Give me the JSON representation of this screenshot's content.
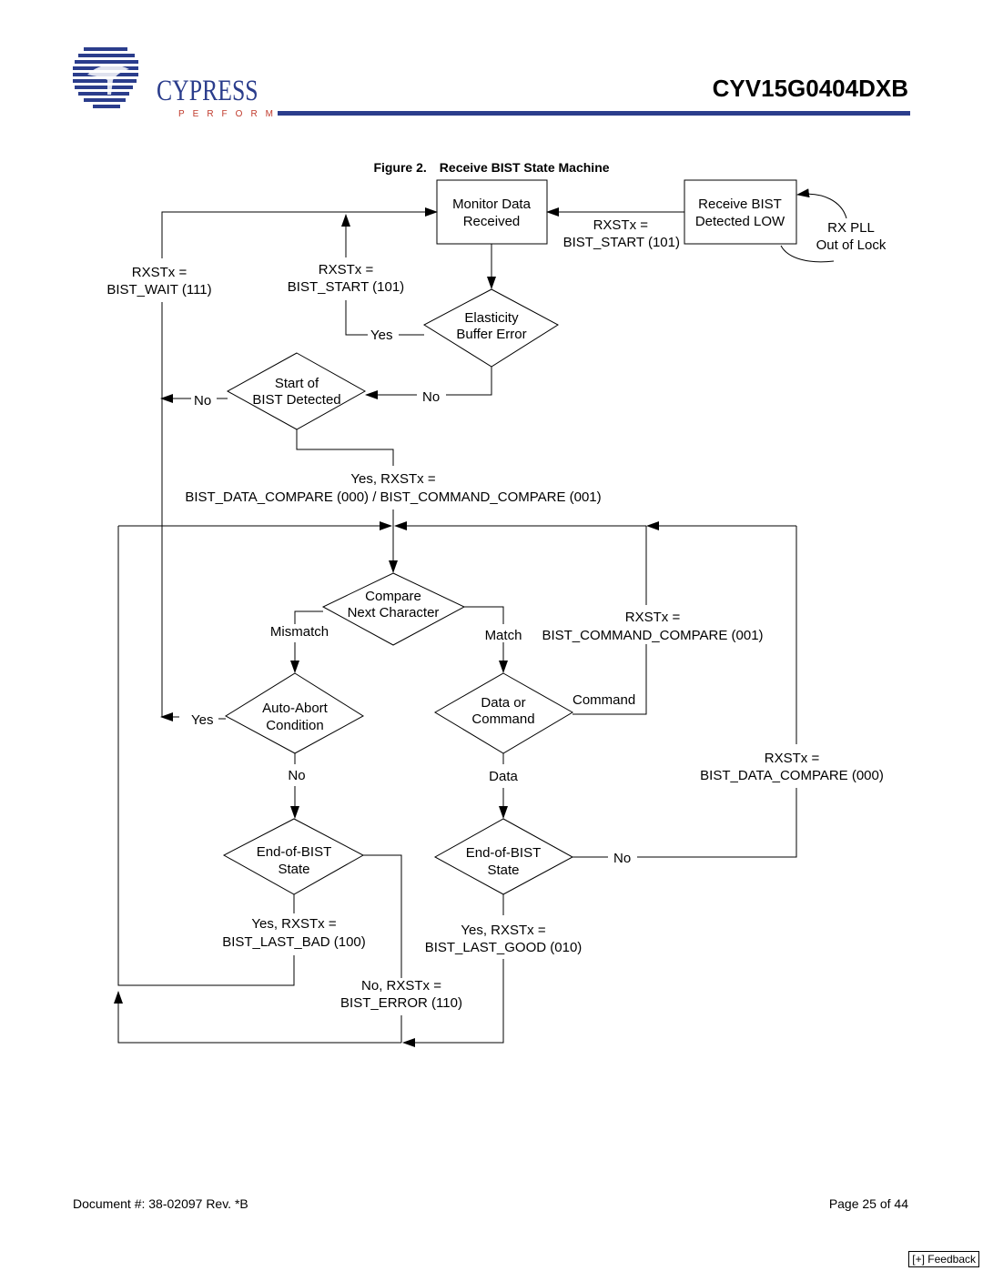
{
  "header": {
    "brand": "CYPRESS",
    "tagline": "PERFORM",
    "doc_title": "CYV15G0404DXB"
  },
  "figure": {
    "number": "Figure 2.",
    "title": "Receive BIST State Machine"
  },
  "diagram": {
    "monitor_box": [
      "Monitor Data",
      "Received"
    ],
    "receive_bist_box": [
      "Receive BIST",
      "Detected LOW"
    ],
    "rx_pll": [
      "RX PLL",
      "Out of Lock"
    ],
    "top_right_rxstx": [
      "RXSTx =",
      "BIST_START (101)"
    ],
    "left_rxstx": [
      "RXSTx =",
      "BIST_WAIT (111)"
    ],
    "mid_rxstx": [
      "RXSTx =",
      "BIST_START (101)"
    ],
    "elasticity": [
      "Elasticity",
      "Buffer Error"
    ],
    "elasticity_yes": "Yes",
    "elasticity_no": "No",
    "start_of_bist": [
      "Start of",
      "BIST Detected"
    ],
    "start_no": "No",
    "start_yes": [
      "Yes, RXSTx =",
      "BIST_DATA_COMPARE (000) / BIST_COMMAND_COMPARE (001)"
    ],
    "compare": [
      "Compare",
      "Next Character"
    ],
    "mismatch": "Mismatch",
    "match": "Match",
    "right_cmd_rxstx": [
      "RXSTx =",
      "BIST_COMMAND_COMPARE (001)"
    ],
    "auto_abort": [
      "Auto-Abort",
      "Condition"
    ],
    "auto_abort_yes": "Yes",
    "auto_abort_no": "No",
    "data_or_command": [
      "Data or",
      "Command"
    ],
    "command_label": "Command",
    "data_label": "Data",
    "right_data_rxstx": [
      "RXSTx =",
      "BIST_DATA_COMPARE (000)"
    ],
    "eob_left": [
      "End-of-BIST",
      "State"
    ],
    "eob_right": [
      "End-of-BIST",
      "State"
    ],
    "eob_right_no": "No",
    "last_bad": [
      "Yes, RXSTx =",
      "BIST_LAST_BAD (100)"
    ],
    "last_good": [
      "Yes, RXSTx =",
      "BIST_LAST_GOOD (010)"
    ],
    "bist_error": [
      "No, RXSTx =",
      "BIST_ERROR (110)"
    ]
  },
  "footer": {
    "document": "Document #: 38-02097 Rev. *B",
    "page": "Page 25 of 44",
    "feedback": "[+] Feedback"
  },
  "colors": {
    "brand_blue": "#2b3d8c",
    "tagline_red": "#c0392b"
  }
}
